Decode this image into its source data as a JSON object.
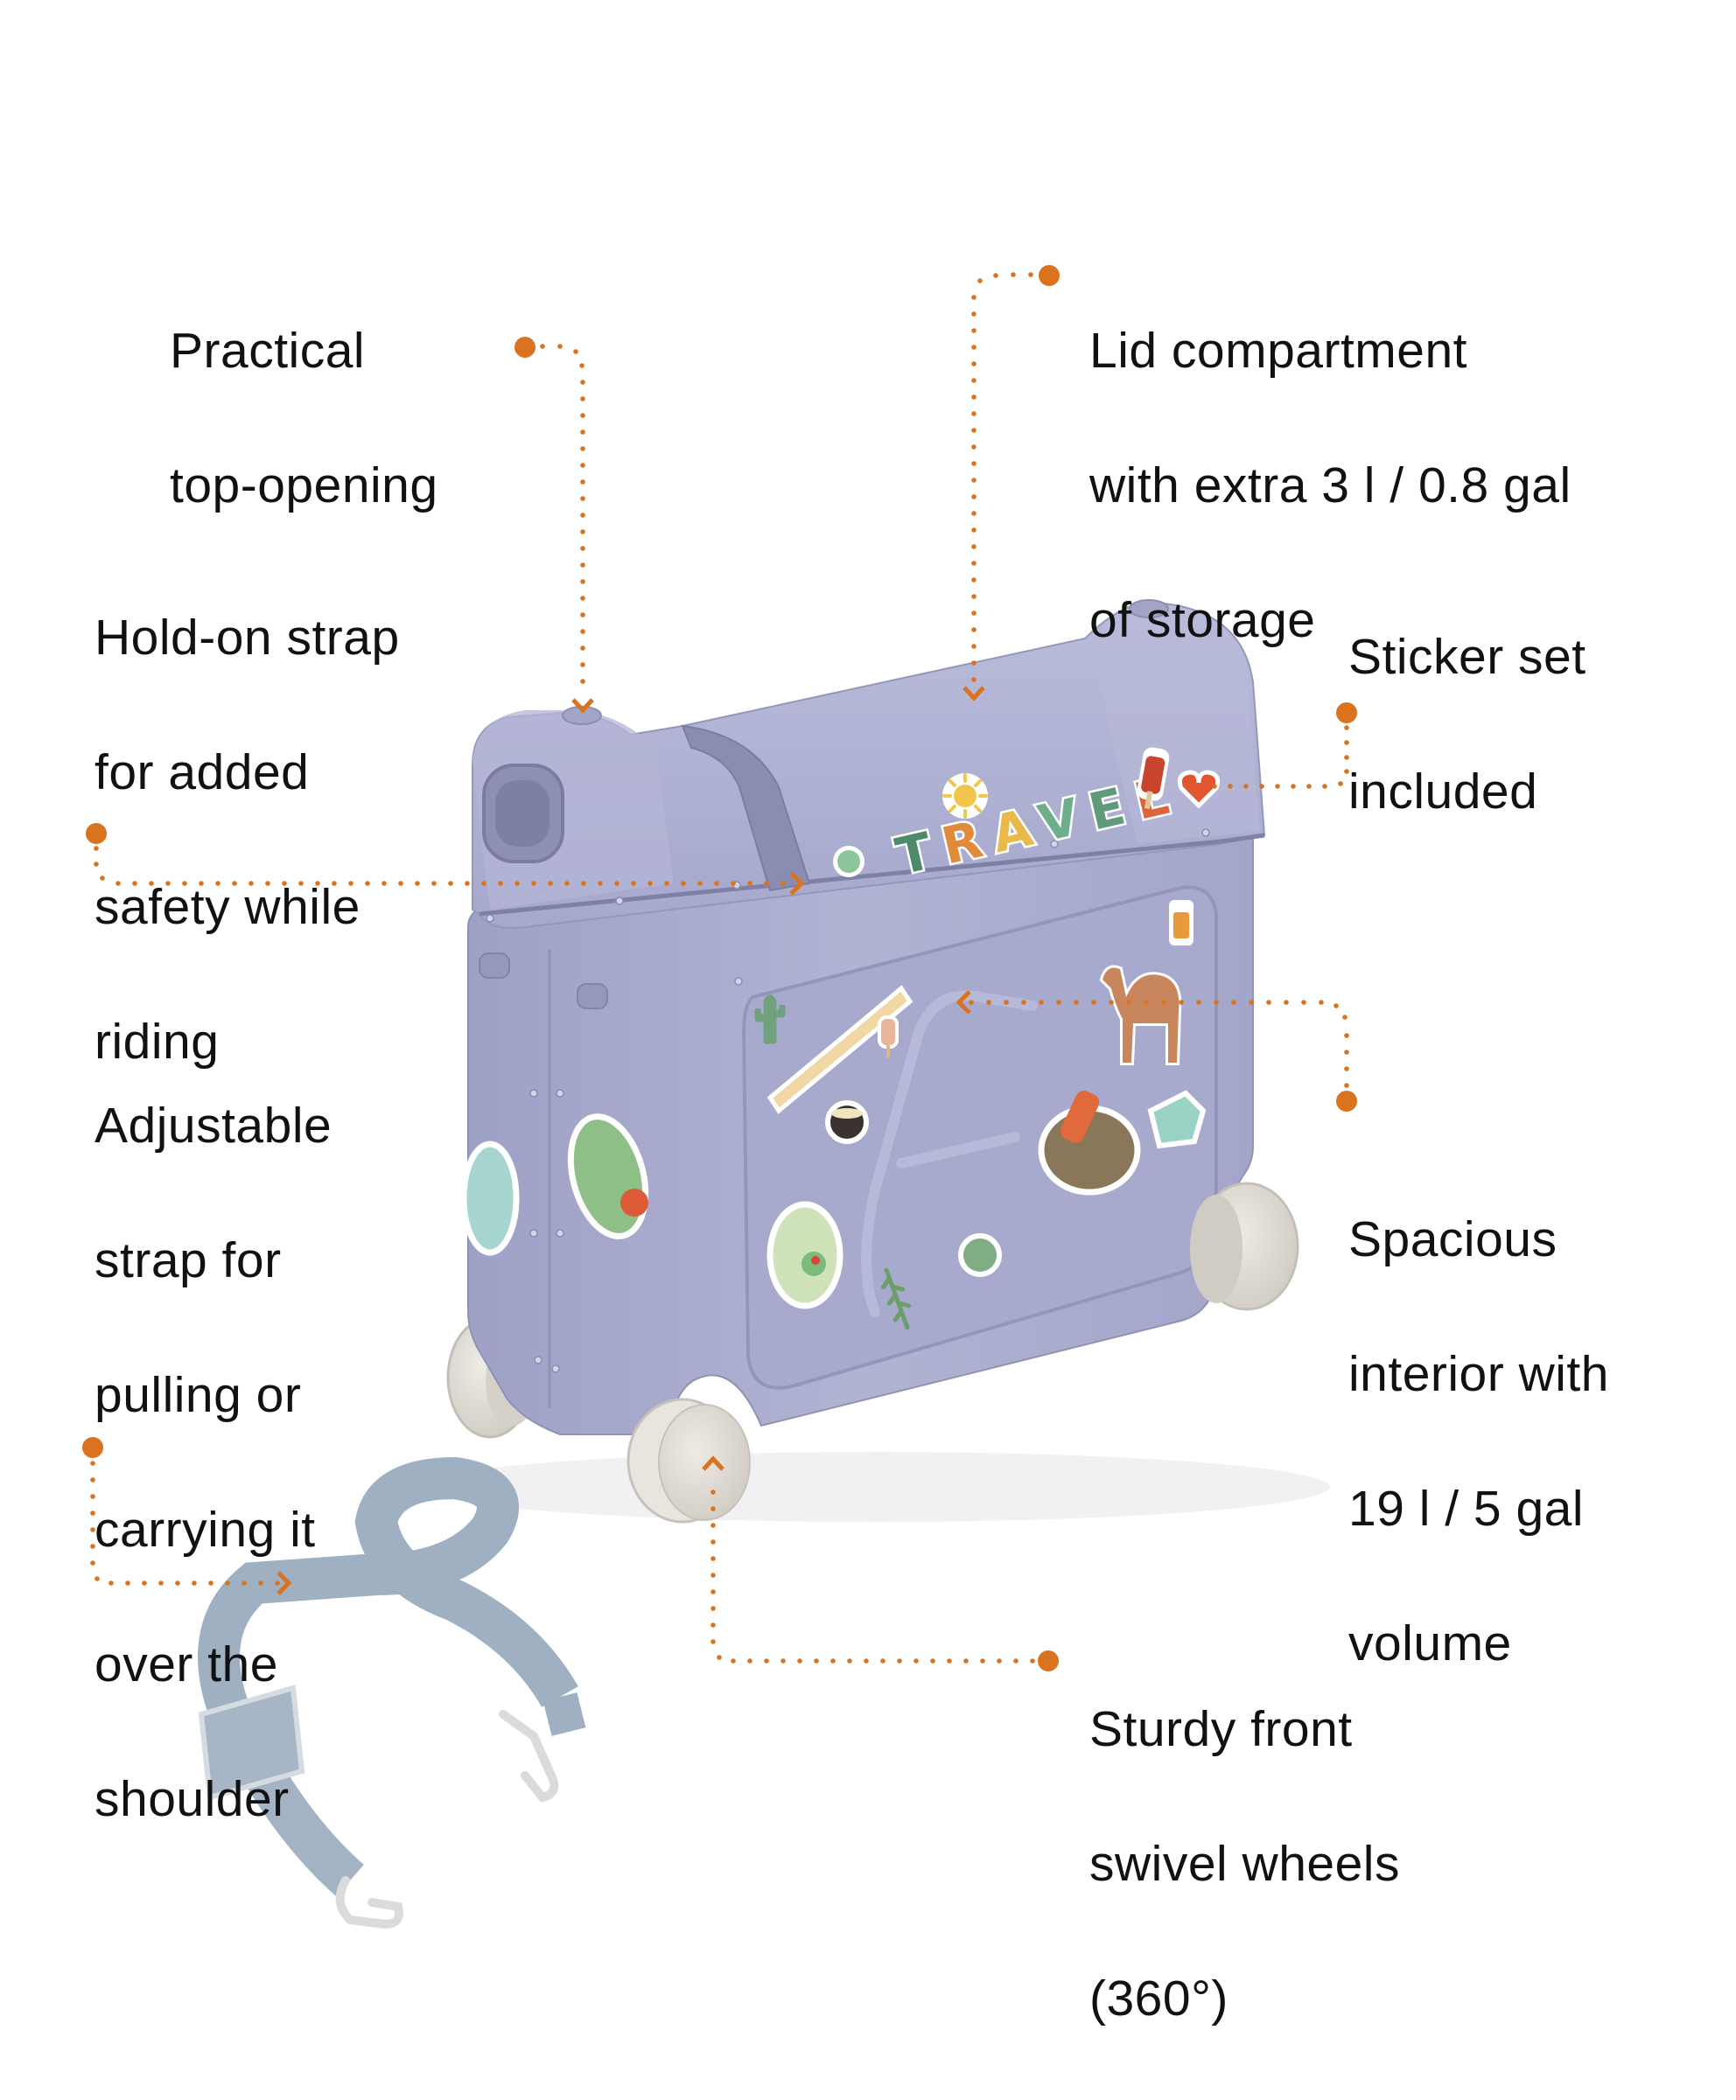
{
  "page": {
    "background": "#ffffff",
    "accent_color": "#d9731f",
    "text_color": "#111111"
  },
  "callouts": [
    {
      "id": "top-opening",
      "lines": [
        "Practical",
        "top-opening"
      ]
    },
    {
      "id": "lid-compartment",
      "lines": [
        "Lid compartment",
        "with extra 3 l / 0.8 gal",
        "of storage"
      ]
    },
    {
      "id": "hold-on-strap",
      "lines": [
        "Hold-on strap",
        "for added",
        "safety while",
        "riding"
      ]
    },
    {
      "id": "sticker-set",
      "lines": [
        "Sticker set",
        "included"
      ]
    },
    {
      "id": "adjustable-strap",
      "lines": [
        "Adjustable",
        "strap for",
        "pulling or",
        "carrying it",
        "over the",
        "shoulder"
      ]
    },
    {
      "id": "spacious-interior",
      "lines": [
        "Spacious",
        "interior with",
        "19 l / 5 gal",
        "volume"
      ]
    },
    {
      "id": "swivel-wheels",
      "lines": [
        "Sturdy front",
        "swivel wheels",
        "(360°)"
      ]
    }
  ],
  "product": {
    "lid_sticker_text": "TRAVEL",
    "body_color": "#a9abcc",
    "body_shade": "#9598bd",
    "wheel_color": "#dcd8d0",
    "strap_color": "#9fb0c2"
  }
}
